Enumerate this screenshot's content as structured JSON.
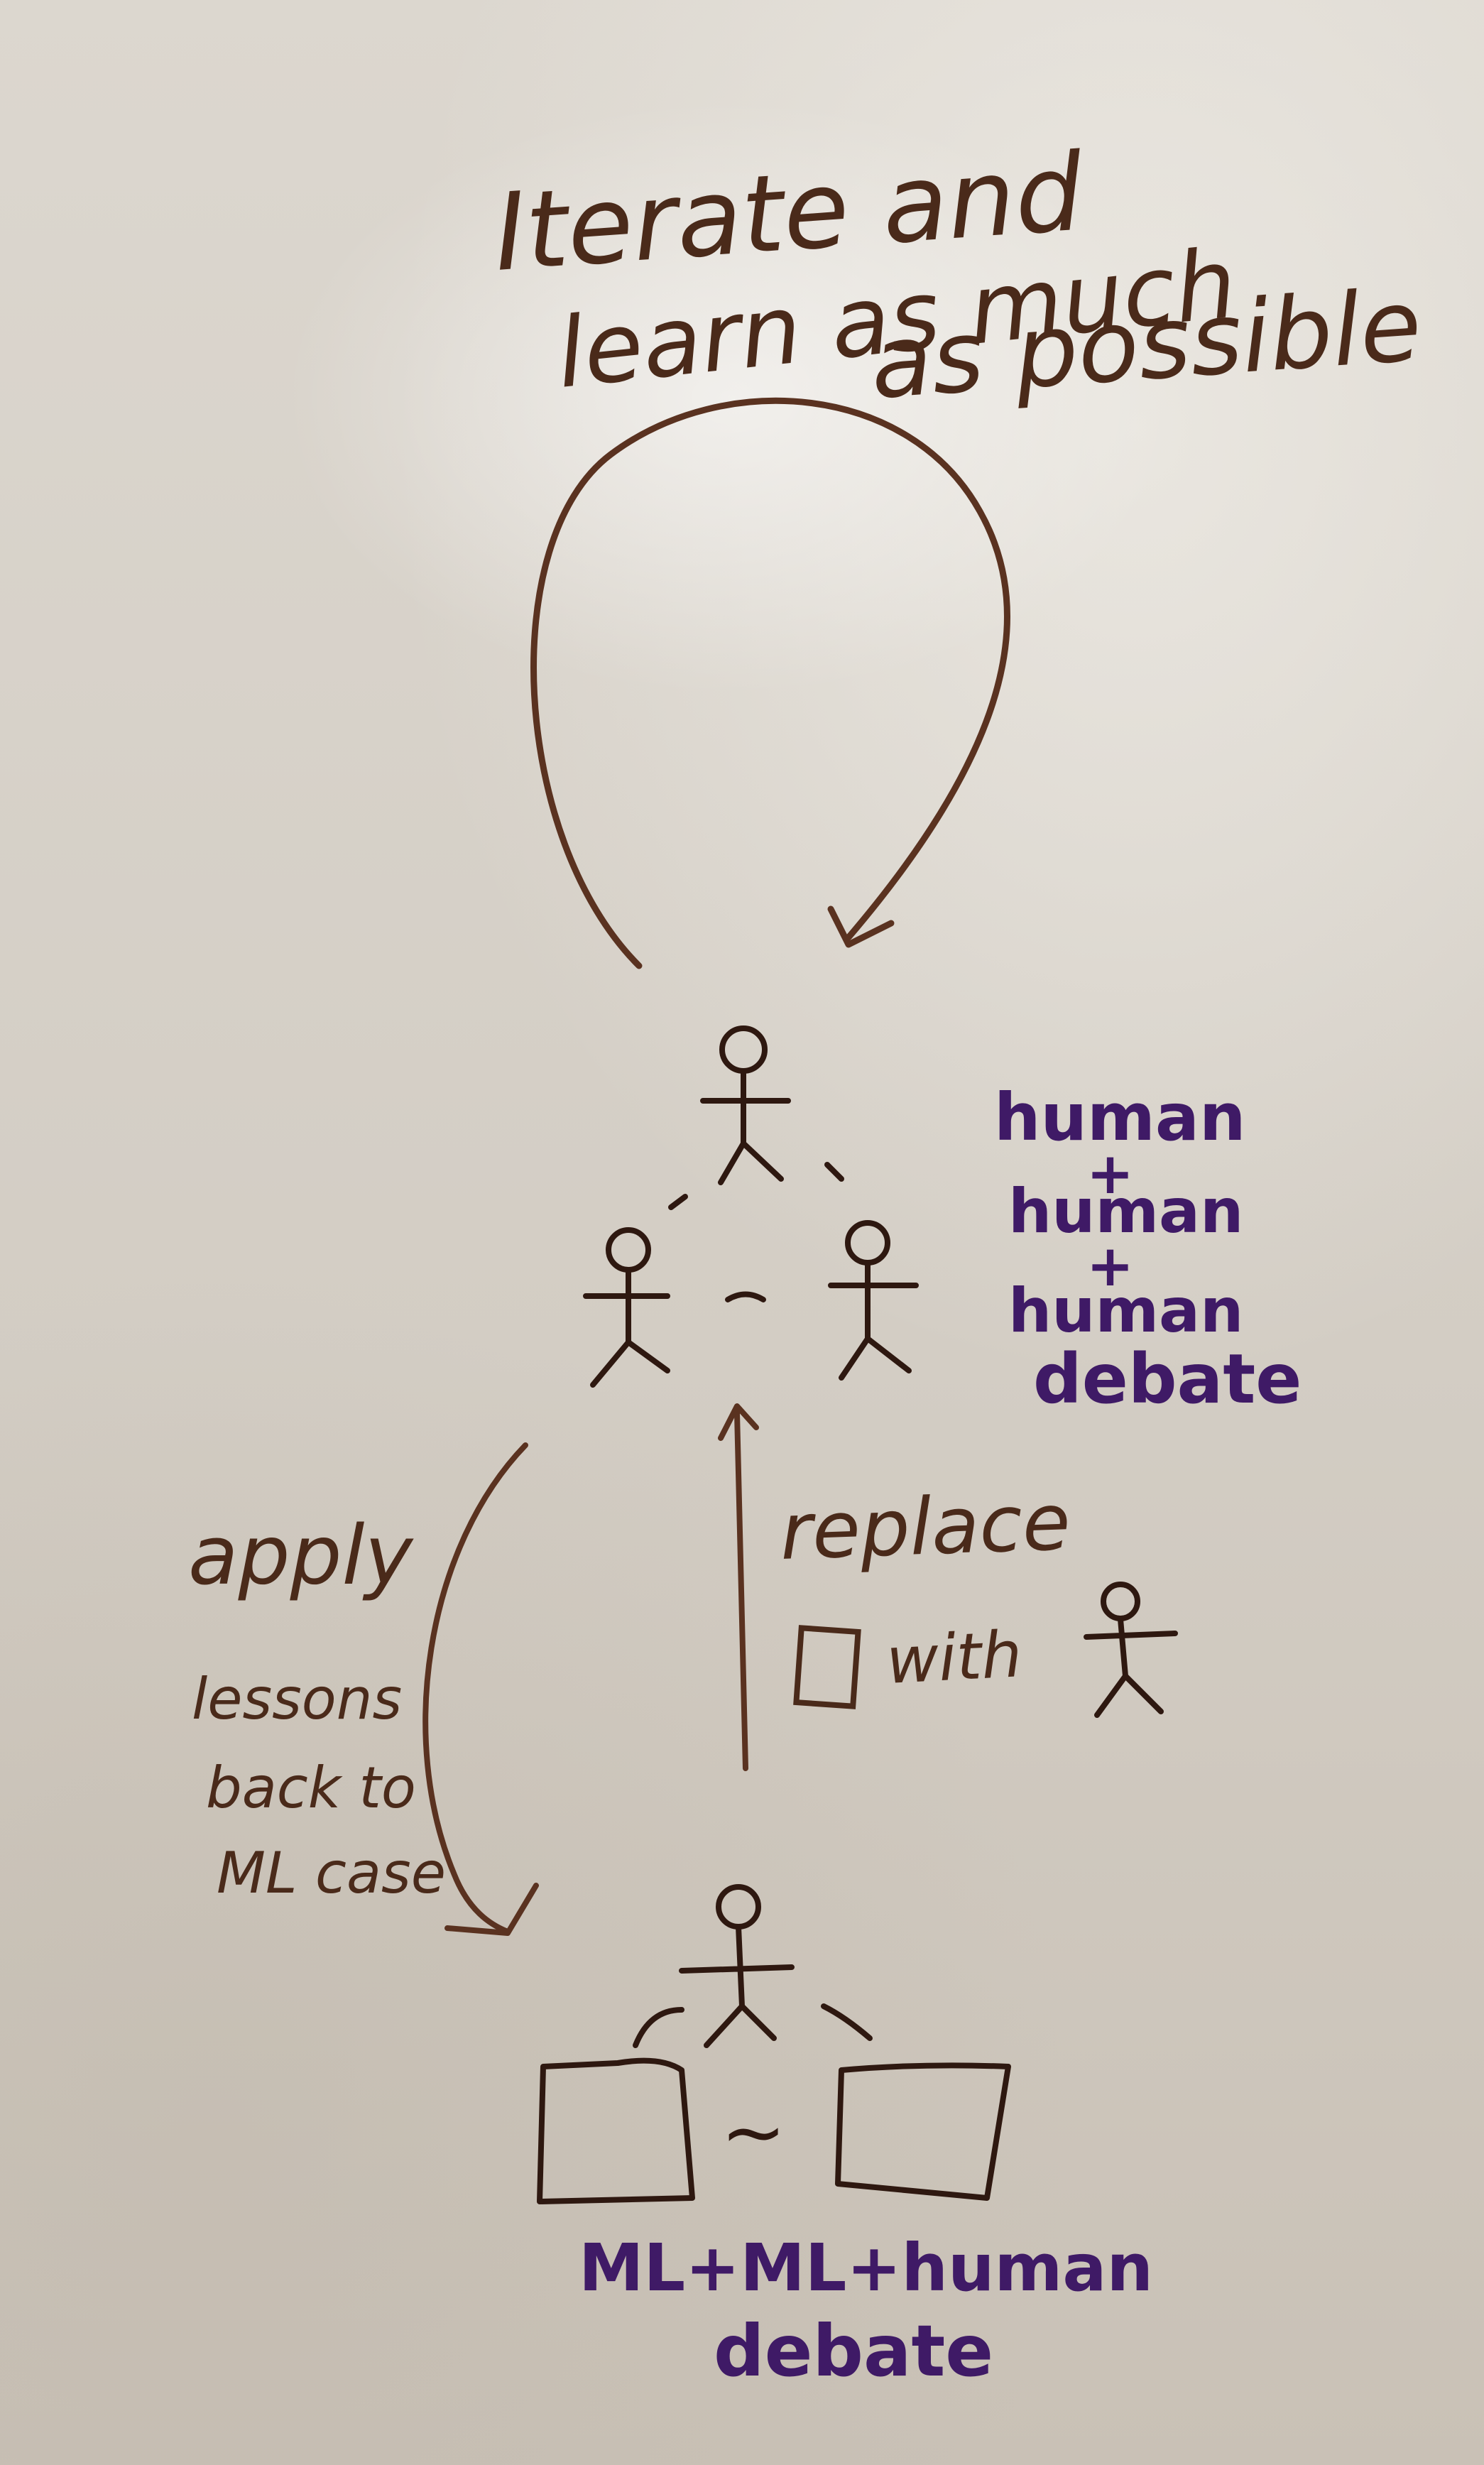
{
  "colors": {
    "board": "#d9d4cd",
    "brown_marker": "#4a2a1a",
    "purple_marker": "#3f1a66"
  },
  "loop_label": {
    "line1": "Iterate and",
    "line2": "learn as much",
    "line3": "as possible"
  },
  "human_debate_label": {
    "line1": "human",
    "plus1": "+",
    "line2": "human",
    "plus2": "+",
    "line3": "human",
    "line4": "debate"
  },
  "replace_label": {
    "line1": "replace",
    "with": "with"
  },
  "apply_label": {
    "line1": "apply",
    "line2": "lessons",
    "line3": "back to",
    "line4": "ML case"
  },
  "tilde": "~",
  "ml_debate_label": {
    "line1": "ML+ML+human",
    "line2": "debate"
  }
}
